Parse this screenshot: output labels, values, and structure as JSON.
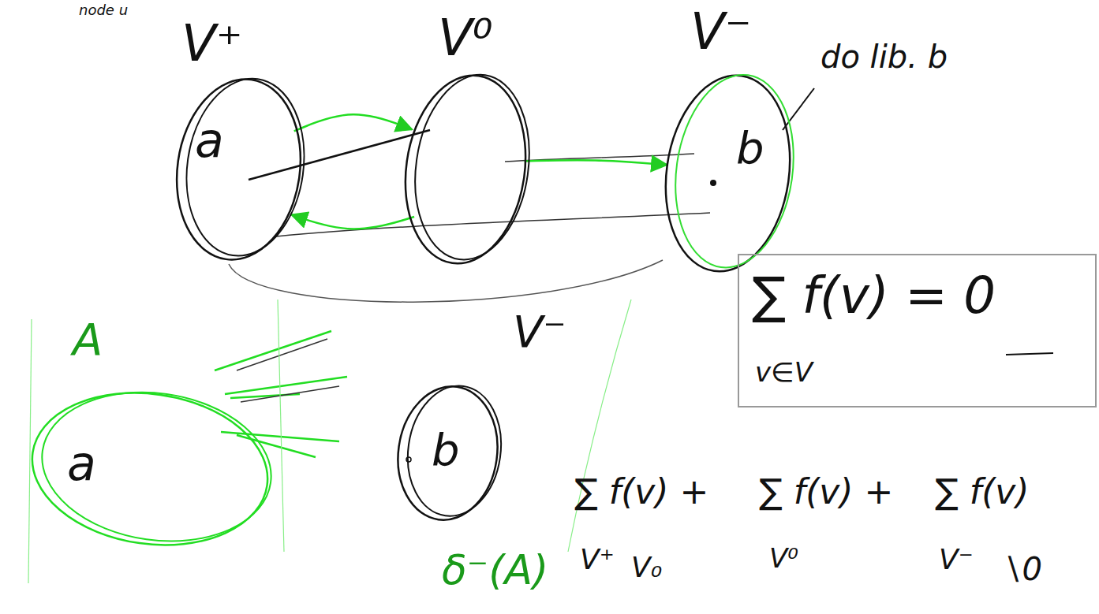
{
  "diagram": {
    "nodes": [
      {
        "text": [
          "V⁺",
          "a"
        ]
      },
      {
        "text": [
          "V⁰"
        ]
      },
      {
        "text": [
          "V⁻",
          "b"
        ]
      },
      {
        "text": [
          "A",
          "a"
        ]
      },
      {
        "text": [
          "V⁻",
          "b"
        ]
      },
      {
        "text": [
          "∑ f(v) = 0",
          "v∈V"
        ]
      }
    ],
    "edges": [
      {
        "from": 0,
        "to": 1,
        "arrow": "to"
      },
      {
        "from": 1,
        "to": 0,
        "arrow": "to"
      },
      {
        "from": 1,
        "to": 2,
        "arrow": "to"
      }
    ],
    "labels": [
      "node u",
      "do lib. b",
      "δ⁻(A)",
      "∑ f(v) +",
      "∑ f(v) +",
      "∑ f(v)",
      "V⁺",
      "V₀",
      "V⁰",
      "V⁻",
      "∖0"
    ]
  }
}
